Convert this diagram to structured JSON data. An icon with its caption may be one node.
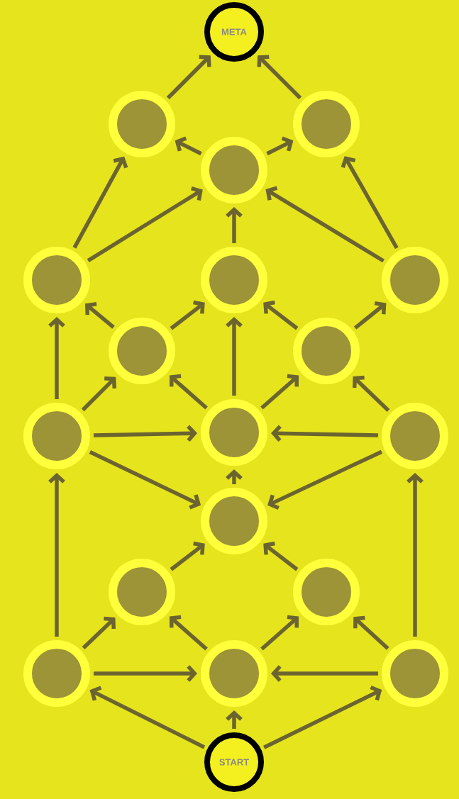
{
  "diagram": {
    "nodes": [
      {
        "text": [
          "META"
        ]
      },
      {
        "text": [],
        "shape": "circle"
      },
      {
        "text": [],
        "shape": "circle"
      },
      {
        "text": [],
        "shape": "circle"
      },
      {
        "text": [],
        "shape": "circle"
      },
      {
        "text": [],
        "shape": "circle"
      },
      {
        "text": [],
        "shape": "circle"
      },
      {
        "text": [],
        "shape": "circle"
      },
      {
        "text": [],
        "shape": "circle"
      },
      {
        "text": [],
        "shape": "circle"
      },
      {
        "text": [],
        "shape": "circle"
      },
      {
        "text": [],
        "shape": "circle"
      },
      {
        "text": [],
        "shape": "circle"
      },
      {
        "text": [],
        "shape": "circle"
      },
      {
        "text": [],
        "shape": "circle"
      },
      {
        "text": [],
        "shape": "circle"
      },
      {
        "text": [],
        "shape": "circle"
      },
      {
        "text": [],
        "shape": "circle"
      },
      {
        "text": [
          "START"
        ]
      }
    ],
    "edges": [
      {
        "from": 18,
        "to": 15,
        "arrow": "to"
      },
      {
        "from": 18,
        "to": 16,
        "arrow": "to"
      },
      {
        "from": 18,
        "to": 17,
        "arrow": "to"
      },
      {
        "from": 15,
        "to": 16,
        "arrow": "to"
      },
      {
        "from": 17,
        "to": 16,
        "arrow": "to"
      },
      {
        "from": 15,
        "to": 13,
        "arrow": "to"
      },
      {
        "from": 16,
        "to": 13,
        "arrow": "to"
      },
      {
        "from": 16,
        "to": 14,
        "arrow": "to"
      },
      {
        "from": 17,
        "to": 14,
        "arrow": "to"
      },
      {
        "from": 15,
        "to": 9,
        "arrow": "to"
      },
      {
        "from": 17,
        "to": 11,
        "arrow": "to"
      },
      {
        "from": 13,
        "to": 12,
        "arrow": "to"
      },
      {
        "from": 14,
        "to": 12,
        "arrow": "to"
      },
      {
        "from": 9,
        "to": 12,
        "arrow": "to"
      },
      {
        "from": 11,
        "to": 12,
        "arrow": "to"
      },
      {
        "from": 12,
        "to": 10,
        "arrow": "to"
      },
      {
        "from": 9,
        "to": 10,
        "arrow": "to"
      },
      {
        "from": 11,
        "to": 10,
        "arrow": "to"
      },
      {
        "from": 9,
        "to": 7,
        "arrow": "to"
      },
      {
        "from": 10,
        "to": 7,
        "arrow": "to"
      },
      {
        "from": 10,
        "to": 8,
        "arrow": "to"
      },
      {
        "from": 11,
        "to": 8,
        "arrow": "to"
      },
      {
        "from": 10,
        "to": 5,
        "arrow": "to"
      },
      {
        "from": 9,
        "to": 4,
        "arrow": "to"
      },
      {
        "from": 7,
        "to": 4,
        "arrow": "to"
      },
      {
        "from": 7,
        "to": 5,
        "arrow": "to"
      },
      {
        "from": 8,
        "to": 5,
        "arrow": "to"
      },
      {
        "from": 8,
        "to": 6,
        "arrow": "to"
      },
      {
        "from": 4,
        "to": 1,
        "arrow": "to"
      },
      {
        "from": 4,
        "to": 3,
        "arrow": "to"
      },
      {
        "from": 5,
        "to": 3,
        "arrow": "to"
      },
      {
        "from": 6,
        "to": 3,
        "arrow": "to"
      },
      {
        "from": 6,
        "to": 2,
        "arrow": "to"
      },
      {
        "from": 3,
        "to": 1,
        "arrow": "to"
      },
      {
        "from": 3,
        "to": 2,
        "arrow": "to"
      },
      {
        "from": 1,
        "to": 0,
        "arrow": "to"
      },
      {
        "from": 2,
        "to": 0,
        "arrow": "to"
      }
    ]
  }
}
